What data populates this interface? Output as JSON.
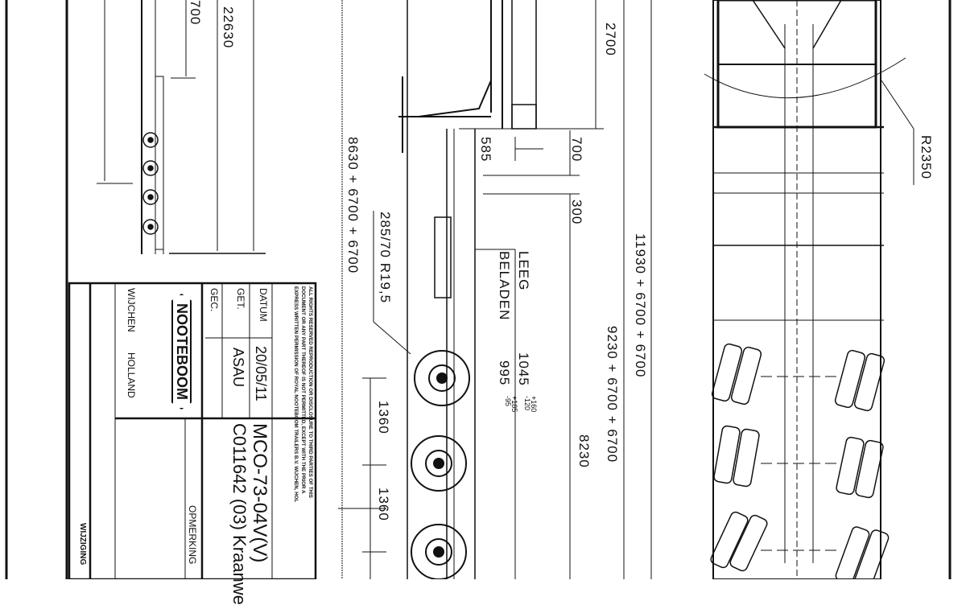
{
  "drawing": {
    "orientation": "rotated 90deg clockwise",
    "ink_color": "#111111",
    "paper_color": "#ffffff"
  },
  "title_block": {
    "copyright_notice": [
      "ALL RIGHTS RESERVED REPRODUCTION OR DISCLOSURE TO THIRD PARTIES OF THIS",
      "DOCUMENT OR ANY PART THEREOF IS NOT PERMITTED, EXCEPT WITH THE PRIOR A",
      "EXPRESS WRITTEN PERMISSION OF ROYAL NOOTEBOOM TRAILERS B.V. WIJCHEN, HOL"
    ],
    "fields": [
      {
        "label": "DATUM",
        "value": "20/05/11"
      },
      {
        "label": "GET.",
        "value": "ASAU"
      },
      {
        "label": "GEC.",
        "value": ""
      }
    ],
    "company_logo": "NOOTEBOOM",
    "company_city": "WIJCHEN",
    "company_country": "HOLLAND",
    "drawing_number": "MCO-73-04V(V)",
    "drawing_subtitle": "C011642 (03) Kraanwe",
    "remarks_label": "OPMERKING",
    "revision_label": "WIJZIGING"
  },
  "front_view": {
    "dimensions": {
      "upper": "700",
      "overall": "22630"
    },
    "axle_count": 4
  },
  "side_view": {
    "dimensions": {
      "gooseneck_height": "2700",
      "kingpin_offset": "585",
      "fifth_wheel_height": "700",
      "deck_step": "300",
      "length_1": "8630 + 6700 + 6700",
      "length_2": "11930 + 6700 + 6700",
      "length_3": "9230 + 6700 + 6700",
      "length_4": "8230",
      "axle_spacing_1": "1360",
      "axle_spacing_2": "1360"
    },
    "tire_size": "285/70 R19,5",
    "deck_heights": [
      {
        "label": "LEEG",
        "value": "1045",
        "tol_plus": "+160",
        "tol_minus": "-120"
      },
      {
        "label": "BELADEN",
        "value": "995",
        "tol_plus": "+185",
        "tol_minus": "-95"
      }
    ],
    "axles": 3
  },
  "top_view": {
    "turning_radius": "R2350",
    "axle_rows": 3
  }
}
